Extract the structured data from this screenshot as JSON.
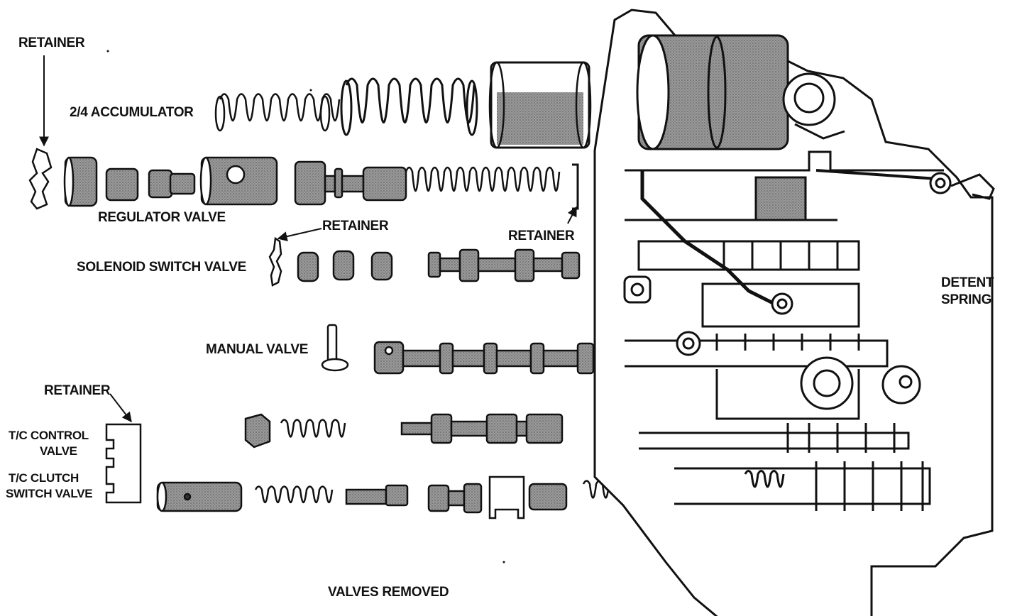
{
  "labels": {
    "retainer_top": "RETAINER",
    "accumulator": "2/4 ACCUMULATOR",
    "regulator_valve": "REGULATOR VALVE",
    "retainer_mid": "RETAINER",
    "retainer_right": "RETAINER",
    "solenoid_switch_valve": "SOLENOID SWITCH VALVE",
    "manual_valve": "MANUAL VALVE",
    "retainer_lower": "RETAINER",
    "tc_control_1": "T/C CONTROL",
    "tc_control_2": "VALVE",
    "tc_clutch_1": "T/C CLUTCH",
    "tc_clutch_2": "SWITCH VALVE",
    "detent_1": "DETENT",
    "detent_2": "SPRING",
    "caption": "VALVES REMOVED"
  },
  "colors": {
    "ink": "#111111",
    "shade": "#8a8a8a",
    "paper": "#ffffff"
  }
}
